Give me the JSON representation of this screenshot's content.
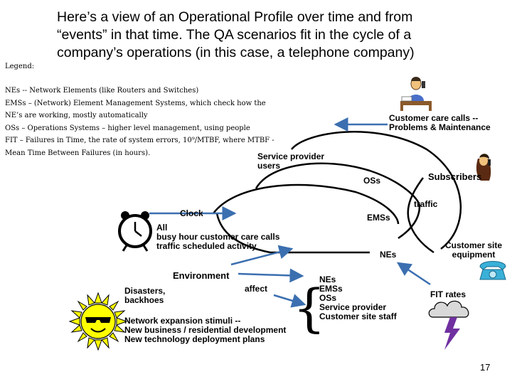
{
  "title": "Here’s a view of an Operational Profile over time and from “events” in that time. The QA scenarios fit in the cycle of a company’s operations (in this case, a telephone company)",
  "legend": {
    "heading": "Legend:",
    "lines": [
      "NEs -- Network Elements (like Routers and Switches)",
      "EMSs – (Network) Element Management Systems, which check how the",
      "NE’s are working, mostly automatically",
      "OSs – Operations Systems – higher level management, using people",
      "FIT – Failures in Time, the rate of system errors, 10⁹/MTBF, where MTBF -",
      "Mean Time Between Failures (in hours)."
    ]
  },
  "labels": {
    "customer_care": [
      "Customer care calls --",
      "Problems & Maintenance"
    ],
    "service_provider": [
      "Service provider",
      "users"
    ],
    "oss": "OSs",
    "subscribers": "Subscribers",
    "traffic": "traffic",
    "clock": "Clock",
    "emss": "EMSs",
    "all_activity": [
      "All",
      "busy hour customer care calls",
      "traffic scheduled activity"
    ],
    "customer_site": [
      "Customer site",
      "equipment"
    ],
    "nes": "NEs",
    "environment": "Environment",
    "disasters": [
      "Disasters,",
      "backhoes"
    ],
    "affect": "affect",
    "network_expansion": [
      "Network expansion stimuli --",
      "New business / residential development",
      "New technology deployment plans"
    ],
    "affected_list": [
      "NEs",
      "EMSs",
      "OSs",
      "Service provider",
      "Customer site staff"
    ],
    "fit_rates": "FIT rates",
    "page_number": "17"
  },
  "colors": {
    "arrow": "#3b6fb0",
    "arc": "#000000",
    "telephone": "#3ab0d8",
    "sun": "#ffff00",
    "cloud": "#d9d9d9",
    "lightning": "#7030a0"
  },
  "icons": [
    "person-on-phone-icon",
    "woman-on-phone-icon",
    "alarm-clock-icon",
    "sun-icon",
    "telephone-icon",
    "storm-cloud-icon"
  ]
}
